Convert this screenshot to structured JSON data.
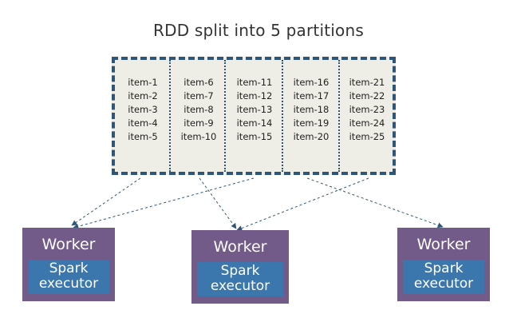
{
  "title": "RDD split into 5 partitions",
  "partitions": [
    {
      "items": [
        "item-1",
        "item-2",
        "item-3",
        "item-4",
        "item-5"
      ]
    },
    {
      "items": [
        "item-6",
        "item-7",
        "item-8",
        "item-9",
        "item-10"
      ]
    },
    {
      "items": [
        "item-11",
        "item-12",
        "item-13",
        "item-14",
        "item-15"
      ]
    },
    {
      "items": [
        "item-16",
        "item-17",
        "item-18",
        "item-19",
        "item-20"
      ]
    },
    {
      "items": [
        "item-21",
        "item-22",
        "item-23",
        "item-24",
        "item-25"
      ]
    }
  ],
  "workers": [
    {
      "label": "Worker",
      "executor_line1": "Spark",
      "executor_line2": "executor"
    },
    {
      "label": "Worker",
      "executor_line1": "Spark",
      "executor_line2": "executor"
    },
    {
      "label": "Worker",
      "executor_line1": "Spark",
      "executor_line2": "executor"
    }
  ],
  "colors": {
    "rdd_border": "#2f5579",
    "rdd_fill": "#efeee6",
    "worker_fill": "#725a89",
    "executor_fill": "#3b77ad",
    "arrow": "#2f5579"
  }
}
